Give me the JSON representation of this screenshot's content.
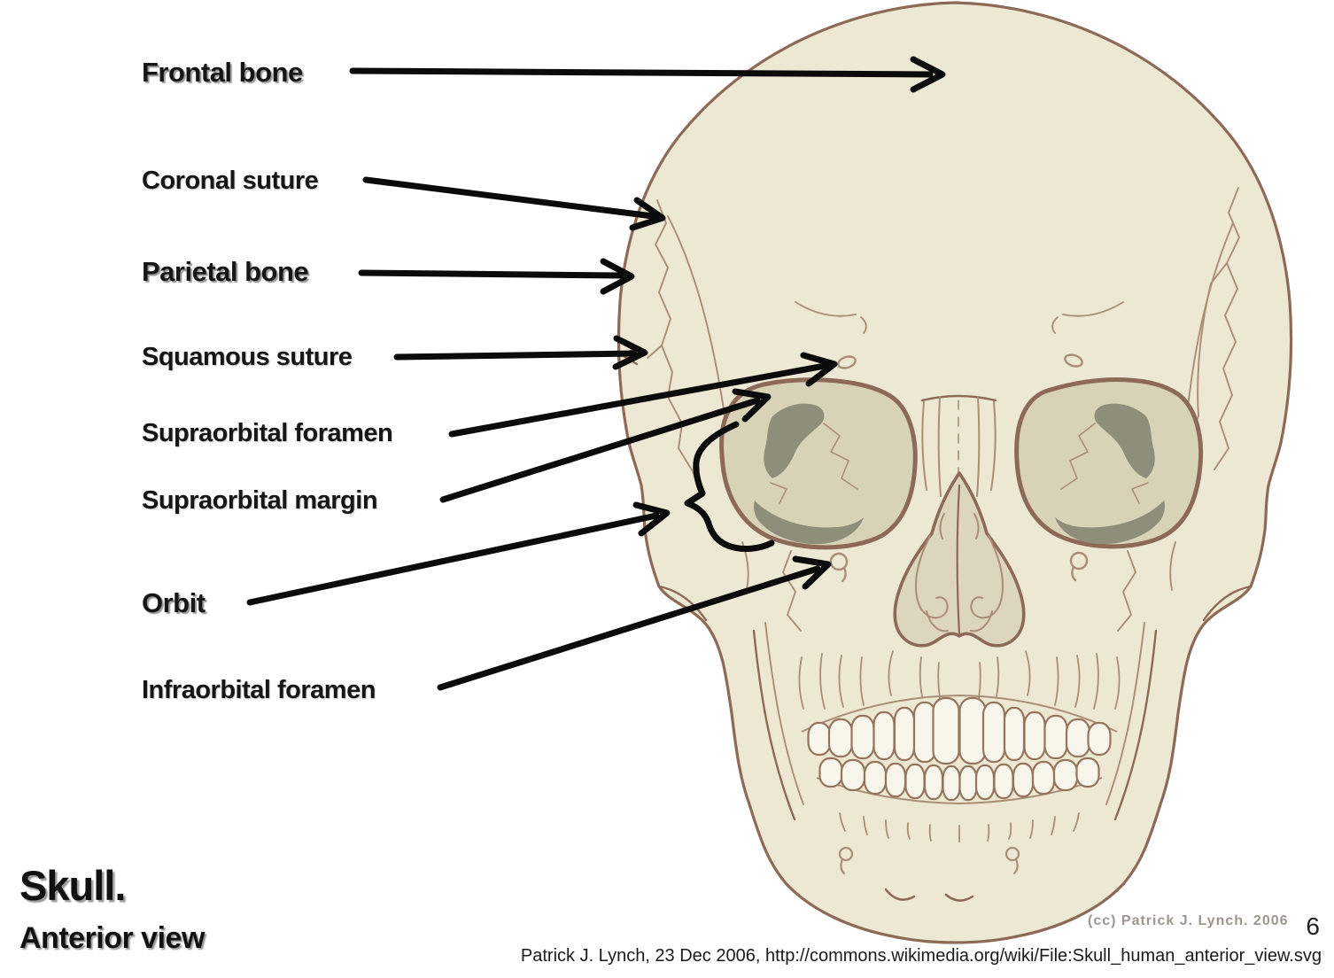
{
  "slide": {
    "title": "Skull.",
    "subtitle": "Anterior view",
    "page_number": "6",
    "attribution": "Patrick J. Lynch, 23 Dec 2006, http://commons.wikimedia.org/wiki/File:Skull_human_anterior_view.svg"
  },
  "figure": {
    "description": "Human skull, anterior view, medical line illustration",
    "watermark": "(cc) Patrick J. Lynch. 2006",
    "colors": {
      "bone": "#EDE8D4",
      "outline": "#8D6A58",
      "detail_line": "#A98D77",
      "orbit_fill": "#D8D3B6",
      "recess_gray": "#8F8E7B",
      "nasal_fill": "#DCD7BC",
      "teeth_fill": "#F8F6EB",
      "arrow_black": "#0B0B0B",
      "watermark_gray": "#9D968D"
    }
  },
  "labels": [
    {
      "text": "Frontal bone",
      "emphasis": true
    },
    {
      "text": "Coronal suture",
      "emphasis": false
    },
    {
      "text": "Parietal bone",
      "emphasis": true
    },
    {
      "text": "Squamous suture",
      "emphasis": false
    },
    {
      "text": "Supraorbital foramen",
      "emphasis": false
    },
    {
      "text": "Supraorbital margin",
      "emphasis": false
    },
    {
      "text": "Orbit",
      "emphasis": true
    },
    {
      "text": "Infraorbital foramen",
      "emphasis": false
    }
  ]
}
